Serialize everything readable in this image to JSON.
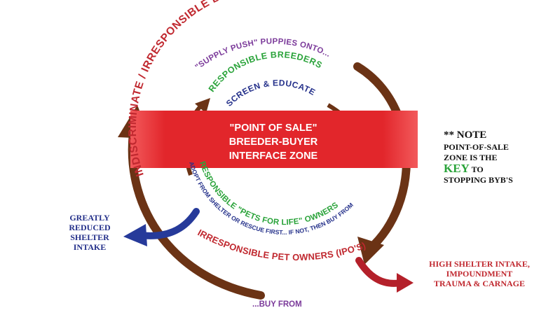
{
  "outer_top_label": "INDISCRIMINATE / IRRESPONSIBLE BREEDERS (BYB'S)",
  "supply_push_label": "\"SUPPLY PUSH\" PUPPIES ONTO...",
  "responsible_breeders_label": "RESPONSIBLE BREEDERS",
  "screen_educate_label": "SCREEN & EDUCATE",
  "point_of_sale": {
    "line1": "\"POINT OF SALE\"",
    "line2": "BREEDER-BUYER",
    "line3": "INTERFACE ZONE"
  },
  "pets_for_life_label": "RESPONSIBLE \"PETS FOR LIFE\" OWNERS",
  "adopt_label": "ADOPT FROM SHELTER OR RESCUE FIRST... IF NOT, THEN BUY FROM",
  "irresponsible_owners_label": "IRRESPONSIBLE PET OWNERS (IPO'S)",
  "buy_from_label": "...BUY FROM",
  "note": {
    "heading": "** NOTE",
    "line1": "POINT-OF-SALE",
    "line2": "ZONE IS THE",
    "key_word": "KEY",
    "to": "TO",
    "line4": "STOPPING BYB'S"
  },
  "left_outcome": [
    "GREATLY",
    "REDUCED",
    "SHELTER",
    "INTAKE"
  ],
  "right_outcome": [
    "HIGH SHELTER INTAKE,",
    "IMPOUNDMENT",
    "TRAUMA & CARNAGE"
  ],
  "colors": {
    "red_text": "#c0282f",
    "purple_text": "#7b3a9a",
    "green_text": "#2aa33a",
    "blue_text": "#24308a",
    "brown_arrow": "#6b3315",
    "band_red": "#e2262b",
    "dark_red_arrow": "#b4202a",
    "blue_arrow": "#263a9a"
  }
}
